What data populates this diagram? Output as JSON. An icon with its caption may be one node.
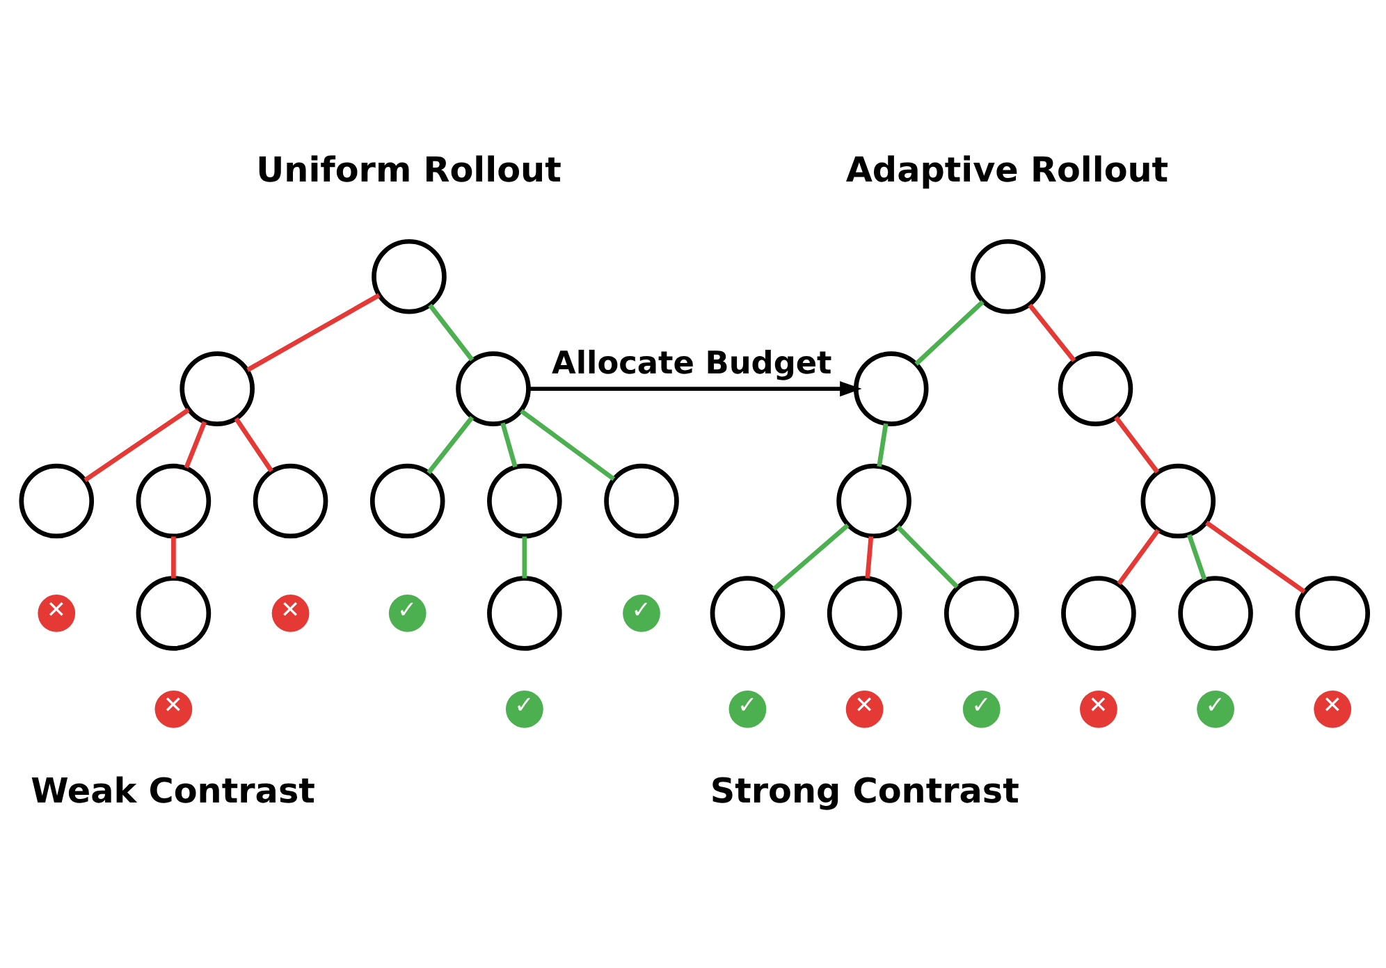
{
  "diagram": {
    "nodes": [
      {
        "text": [],
        "shape": "circle"
      },
      {
        "text": [],
        "shape": "circle"
      },
      {
        "text": [],
        "shape": "circle"
      },
      {
        "text": [],
        "shape": "circle",
        "beside": [
          "✕"
        ]
      },
      {
        "text": [],
        "shape": "circle"
      },
      {
        "text": [],
        "shape": "circle",
        "beside": [
          "✕"
        ]
      },
      {
        "text": [],
        "shape": "circle",
        "beside": [
          "✓"
        ]
      },
      {
        "text": [],
        "shape": "circle"
      },
      {
        "text": [],
        "shape": "circle",
        "beside": [
          "✓"
        ]
      },
      {
        "text": [],
        "shape": "circle",
        "beside": [
          "✕"
        ]
      },
      {
        "text": [],
        "shape": "circle",
        "beside": [
          "✓"
        ]
      },
      {
        "text": [],
        "shape": "circle"
      },
      {
        "text": [],
        "shape": "circle"
      },
      {
        "text": [],
        "shape": "circle"
      },
      {
        "text": [],
        "shape": "circle"
      },
      {
        "text": [],
        "shape": "circle"
      },
      {
        "text": [],
        "shape": "circle",
        "beside": [
          "✓"
        ]
      },
      {
        "text": [],
        "shape": "circle",
        "beside": [
          "✕"
        ]
      },
      {
        "text": [],
        "shape": "circle",
        "beside": [
          "✓"
        ]
      },
      {
        "text": [],
        "shape": "circle",
        "beside": [
          "✕"
        ]
      },
      {
        "text": [],
        "shape": "circle",
        "beside": [
          "✓"
        ]
      },
      {
        "text": [],
        "shape": "circle",
        "beside": [
          "✕"
        ]
      }
    ],
    "edges": [
      {
        "from": 0,
        "to": 1,
        "arrow": "none",
        "color": "#e53935"
      },
      {
        "from": 0,
        "to": 2,
        "arrow": "none",
        "color": "#4caf50"
      },
      {
        "from": 1,
        "to": 3,
        "arrow": "none",
        "color": "#e53935"
      },
      {
        "from": 1,
        "to": 4,
        "arrow": "none",
        "color": "#e53935"
      },
      {
        "from": 1,
        "to": 5,
        "arrow": "none",
        "color": "#e53935"
      },
      {
        "from": 2,
        "to": 6,
        "arrow": "none",
        "color": "#4caf50"
      },
      {
        "from": 2,
        "to": 7,
        "arrow": "none",
        "color": "#4caf50"
      },
      {
        "from": 2,
        "to": 8,
        "arrow": "none",
        "color": "#4caf50"
      },
      {
        "from": 4,
        "to": 9,
        "arrow": "none",
        "color": "#e53935"
      },
      {
        "from": 7,
        "to": 10,
        "arrow": "none",
        "color": "#4caf50"
      },
      {
        "from": 2,
        "to": 12,
        "arrow": "to",
        "label": "Allocate Budget",
        "color": "#000000"
      },
      {
        "from": 11,
        "to": 12,
        "arrow": "none",
        "color": "#4caf50"
      },
      {
        "from": 11,
        "to": 13,
        "arrow": "none",
        "color": "#e53935"
      },
      {
        "from": 12,
        "to": 14,
        "arrow": "none",
        "color": "#4caf50"
      },
      {
        "from": 13,
        "to": 15,
        "arrow": "none",
        "color": "#e53935"
      },
      {
        "from": 14,
        "to": 16,
        "arrow": "none",
        "color": "#4caf50"
      },
      {
        "from": 14,
        "to": 17,
        "arrow": "none",
        "color": "#e53935"
      },
      {
        "from": 14,
        "to": 18,
        "arrow": "none",
        "color": "#4caf50"
      },
      {
        "from": 15,
        "to": 19,
        "arrow": "none",
        "color": "#e53935"
      },
      {
        "from": 15,
        "to": 20,
        "arrow": "none",
        "color": "#4caf50"
      },
      {
        "from": 15,
        "to": 21,
        "arrow": "none",
        "color": "#e53935"
      }
    ],
    "labels": [
      "Uniform Rollout",
      "Adaptive Rollout",
      "Weak Contrast",
      "Strong Contrast"
    ]
  }
}
